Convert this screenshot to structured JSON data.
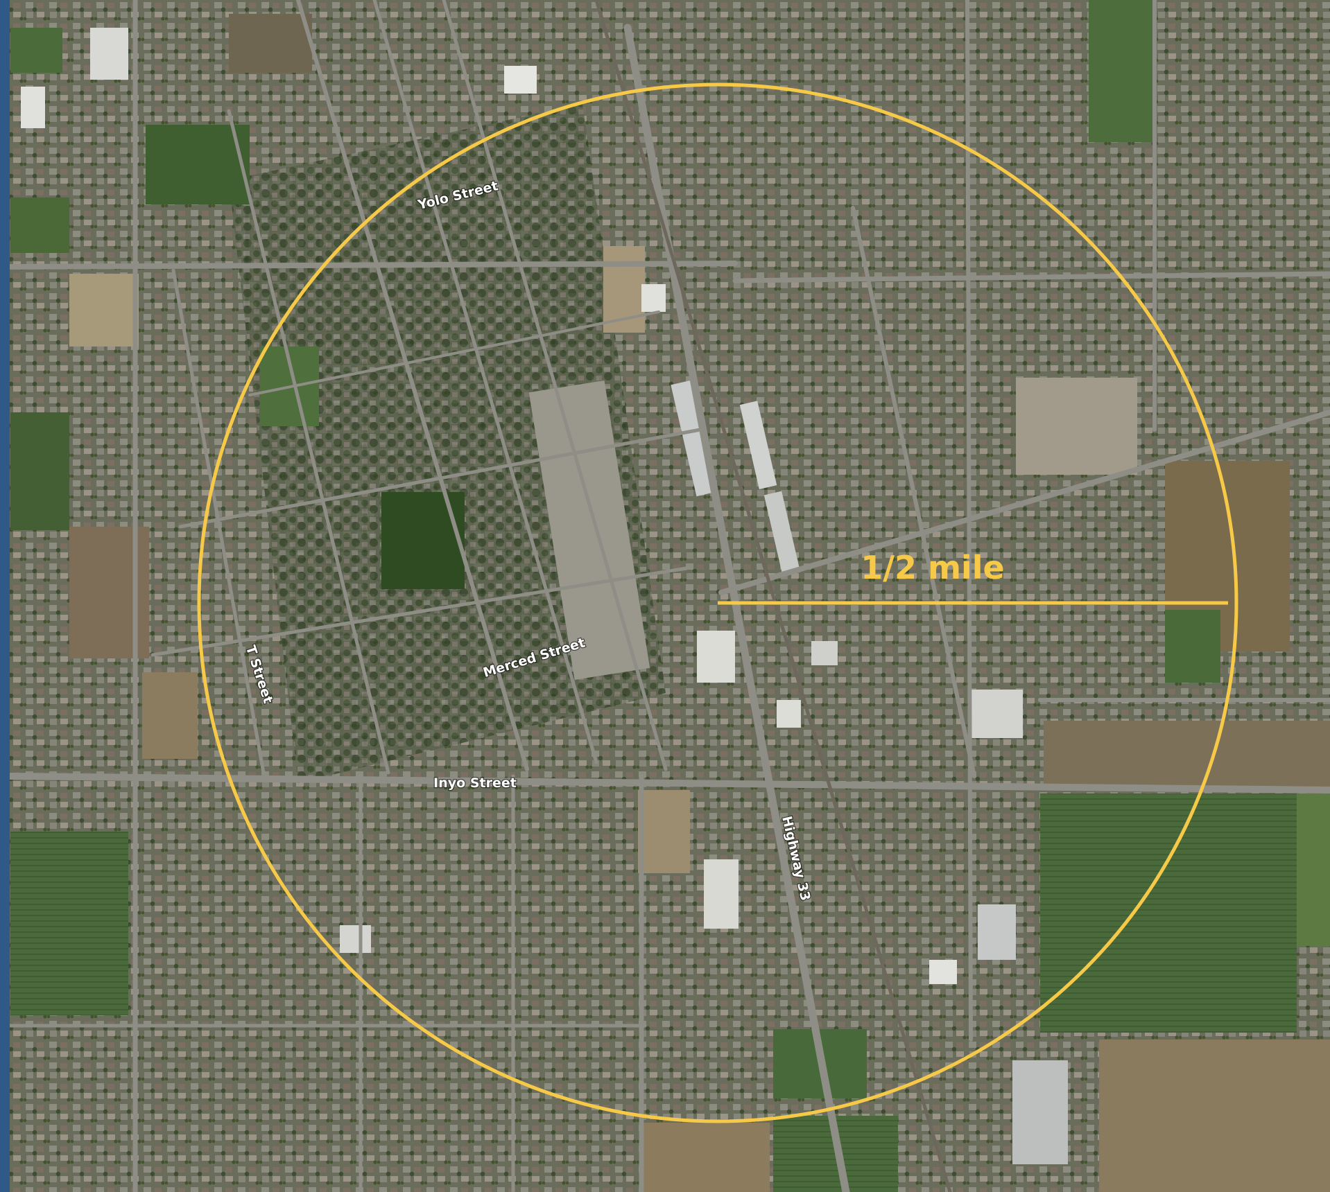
{
  "map": {
    "streets": {
      "yolo": "Yolo Street",
      "merced": "Merced Street",
      "t": "T Street",
      "inyo": "Inyo Street",
      "highway": "Highway 33"
    },
    "scale": {
      "label": "1/2 mile"
    },
    "colors": {
      "ring": "#f7c948",
      "sidebar": "#2f5a87",
      "label": "#ffffff",
      "field": "#43603a",
      "dirt": "#8a7a5e",
      "residential": "#6c6e5e",
      "road": "#8c8b82"
    }
  }
}
